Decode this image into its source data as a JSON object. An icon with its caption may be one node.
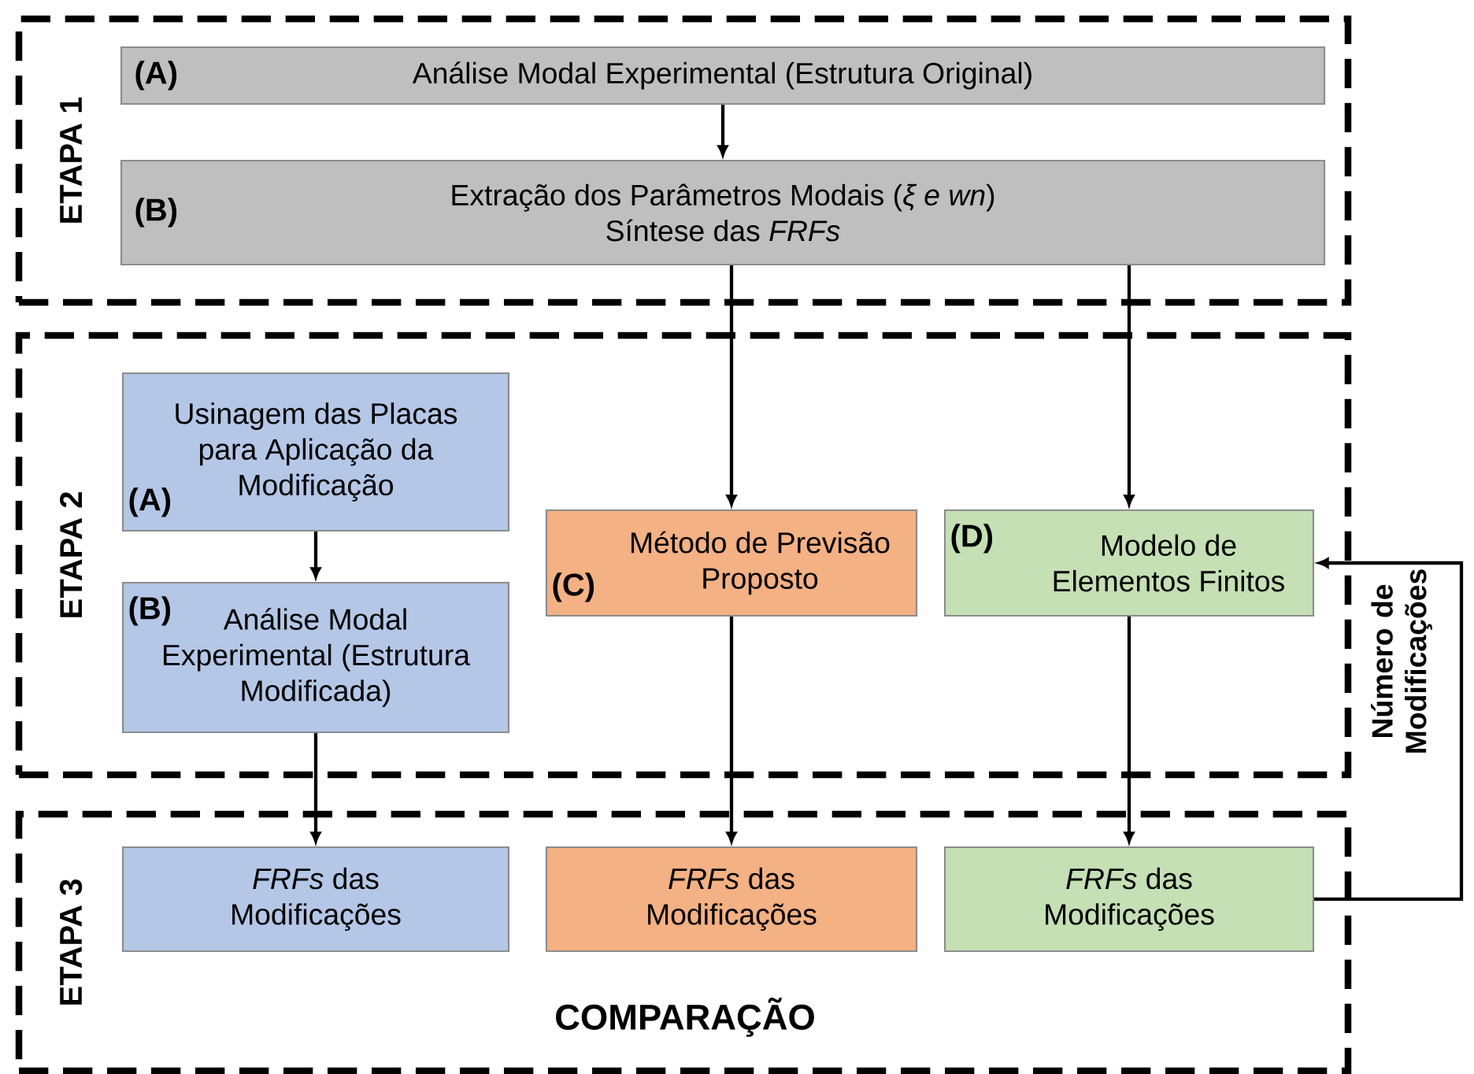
{
  "diagram": {
    "nodes": [
      {
        "text": [
          "ETAPA 1"
        ]
      },
      {
        "text": [
          "(A)",
          "Análise Modal Experimental (Estrutura Original)"
        ],
        "in": 0
      },
      {
        "text": [
          "(B)",
          "Extração dos Parâmetros Modais (*ξ e wn*)",
          "Síntese das *FRFs*"
        ],
        "in": 0
      },
      {
        "text": [
          "ETAPA 2"
        ]
      },
      {
        "text": [
          "Usinagem das Placas para Aplicação da Modificação",
          "(A)"
        ],
        "in": 3
      },
      {
        "text": [
          "(B)",
          "Análise Modal Experimental (Estrutura Modificada)"
        ],
        "in": 3
      },
      {
        "text": [
          "(C)",
          "Método de Previsão Proposto"
        ],
        "in": 3
      },
      {
        "text": [
          "(D)",
          "Modelo de Elementos Finitos"
        ],
        "in": 3
      },
      {
        "text": [
          "ETAPA 3",
          "COMPARAÇÃO"
        ]
      },
      {
        "text": [
          "*FRFs* das Modificações"
        ],
        "in": 8
      },
      {
        "text": [
          "*FRFs* das Modificações"
        ],
        "in": 8
      },
      {
        "text": [
          "*FRFs* das Modificações"
        ],
        "in": 8
      }
    ],
    "edges": [
      {
        "from": 1,
        "to": 2,
        "arrow": "to"
      },
      {
        "from": 2,
        "to": 6,
        "arrow": "to"
      },
      {
        "from": 2,
        "to": 7,
        "arrow": "to"
      },
      {
        "from": 4,
        "to": 5,
        "arrow": "to"
      },
      {
        "from": 5,
        "to": 9,
        "arrow": "to"
      },
      {
        "from": 6,
        "to": 10,
        "arrow": "to"
      },
      {
        "from": 7,
        "to": 11,
        "arrow": "to"
      },
      {
        "from": 11,
        "to": 7,
        "arrow": "to",
        "label": "Número de Modificações"
      }
    ]
  }
}
